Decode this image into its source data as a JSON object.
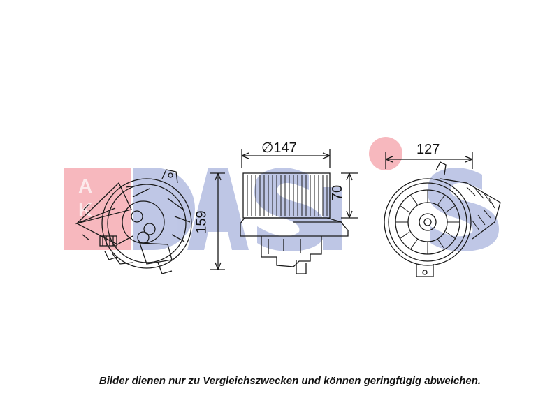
{
  "watermark": {
    "brand_text": "AKS DASIS",
    "colors": {
      "red": "#f4a0a8",
      "blue": "#a9b4dd"
    }
  },
  "dimensions": {
    "height_left": "159",
    "diameter_top": "∅147",
    "height_side": "70",
    "width_right": "127"
  },
  "caption": "Bilder dienen nur zu Vergleichszwecken und können geringfügig abweichen.",
  "line_color": "#1a1a1a"
}
